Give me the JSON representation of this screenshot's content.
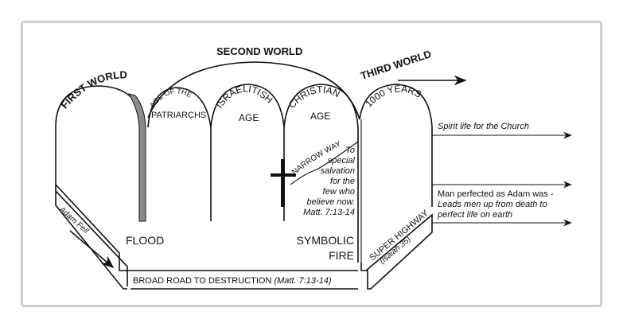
{
  "worlds": {
    "first": "FIRST WORLD",
    "second": "SECOND WORLD",
    "third": "THIRD WORLD"
  },
  "ages": {
    "patriarchs_top": "AGE OF THE",
    "patriarchs_bottom": "PATRIARCHS",
    "israelitish_top": "ISRAELITISH",
    "israelitish_bottom": "AGE",
    "christian_top": "CHRISTIAN",
    "christian_bottom": "AGE",
    "millennium": "1000 YEARS"
  },
  "narrow_way": {
    "label": "NARROW WAY",
    "description_lines": [
      "To",
      "special",
      "salvation",
      "for the",
      "few who",
      "believe now.",
      "Matt. 7:13-14"
    ]
  },
  "events": {
    "flood": "FLOOD",
    "symbolic_fire_line1": "SYMBOLIC",
    "symbolic_fire_line2": "FIRE",
    "adam_fell": "Adam Fell"
  },
  "broad_road": {
    "label": "BROAD ROAD TO DESTRUCTION",
    "reference": "(Matt. 7:13-14)"
  },
  "super_highway": {
    "label": "SUPER HIGHWAY",
    "reference": "(Isaiah 35)"
  },
  "outcomes": {
    "spirit_life": "Spirit life for the Church",
    "man_perfected": "Man perfected as Adam was -",
    "leads_men_line1": "Leads men up from death to",
    "leads_men_line2": "perfect life on earth"
  },
  "colors": {
    "ink": "#111111",
    "flood_band": "#8a8a8a",
    "frame": "#cfcfcf"
  }
}
